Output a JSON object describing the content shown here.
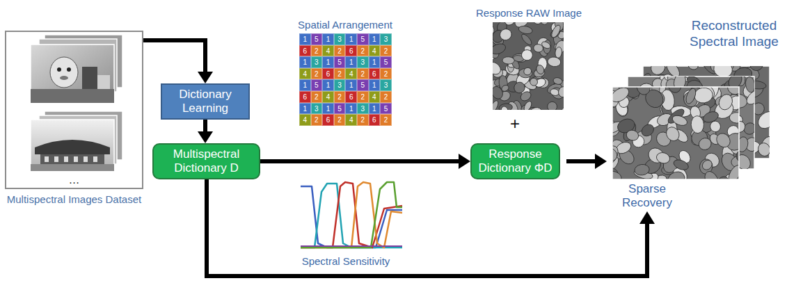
{
  "diagram": {
    "nodes": [
      {
        "text": [
          "…",
          "Multispectral Images Dataset"
        ]
      },
      {
        "text": [
          "Dictionary Learning"
        ]
      },
      {
        "text": [
          "Multispectral Dictionary D"
        ]
      },
      {
        "text": [
          "Response Dictionary ΦD"
        ]
      }
    ],
    "edges": [
      {
        "from": 0,
        "to": 1,
        "arrow": "to"
      },
      {
        "from": 1,
        "to": 2,
        "arrow": "to"
      },
      {
        "from": 2,
        "to": 3,
        "arrow": "to"
      }
    ],
    "labels": [
      "Spatial Arrangement",
      "1",
      "5",
      "1",
      "3",
      "1",
      "5",
      "1",
      "3",
      "6",
      "2",
      "4",
      "2",
      "6",
      "2",
      "4",
      "2",
      "1",
      "3",
      "1",
      "5",
      "1",
      "3",
      "1",
      "5",
      "4",
      "2",
      "6",
      "2",
      "4",
      "2",
      "6",
      "2",
      "1",
      "5",
      "1",
      "3",
      "1",
      "5",
      "1",
      "3",
      "6",
      "2",
      "4",
      "2",
      "6",
      "2",
      "4",
      "2",
      "1",
      "3",
      "1",
      "5",
      "1",
      "3",
      "1",
      "5",
      "4",
      "2",
      "6",
      "2",
      "4",
      "2",
      "6",
      "2",
      "Response RAW Image",
      "+",
      "Spectral Sensitivity",
      "Sparse Recovery",
      "Reconstructed Spectral Image"
    ]
  }
}
